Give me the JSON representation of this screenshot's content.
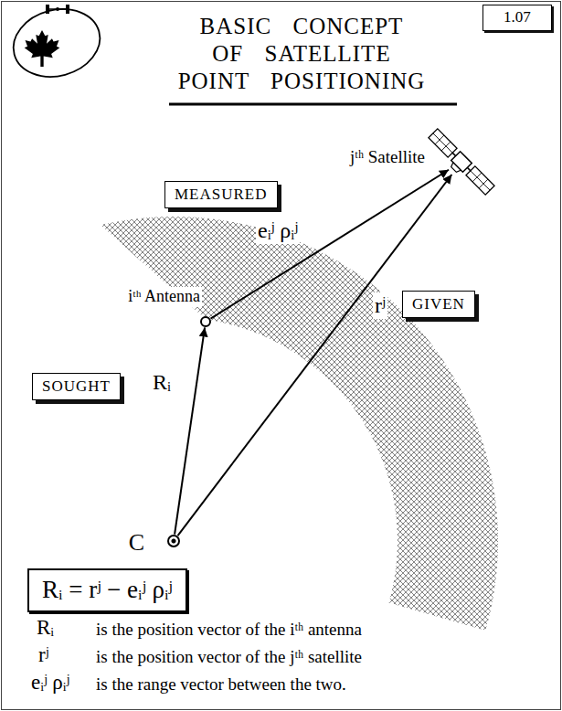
{
  "diagram": {
    "title": "BASIC CONCEPT OF SATELLITE POINT POSITIONING",
    "nodes": [
      {
        "text": [
          "1.07"
        ]
      },
      {
        "text": [
          "jᵗʰ Satellite"
        ]
      },
      {
        "text": [
          "MEASURED"
        ]
      },
      {
        "text": [
          "iᵗʰ Antenna"
        ]
      },
      {
        "text": [
          "GIVEN"
        ]
      },
      {
        "text": [
          "SOUGHT"
        ]
      },
      {
        "text": [
          "C"
        ]
      },
      {
        "text": [
          "Rᵢ = rʲ − eᵢʲ ρᵢʲ"
        ]
      }
    ],
    "edges": [
      {
        "from": 6,
        "to": 3,
        "arrow": "to",
        "label": "Rᵢ"
      },
      {
        "from": 6,
        "to": 1,
        "arrow": "to",
        "label": "rʲ"
      },
      {
        "from": 3,
        "to": 1,
        "arrow": "to",
        "label": "eᵢʲ ρᵢʲ"
      }
    ],
    "labels": [
      "Rᵢ",
      "is the position vector of the iᵗʰ antenna",
      "rʲ",
      "is the position vector of the jᵗʰ satellite",
      "eᵢʲ ρᵢʲ",
      "is the range vector between the two."
    ]
  }
}
